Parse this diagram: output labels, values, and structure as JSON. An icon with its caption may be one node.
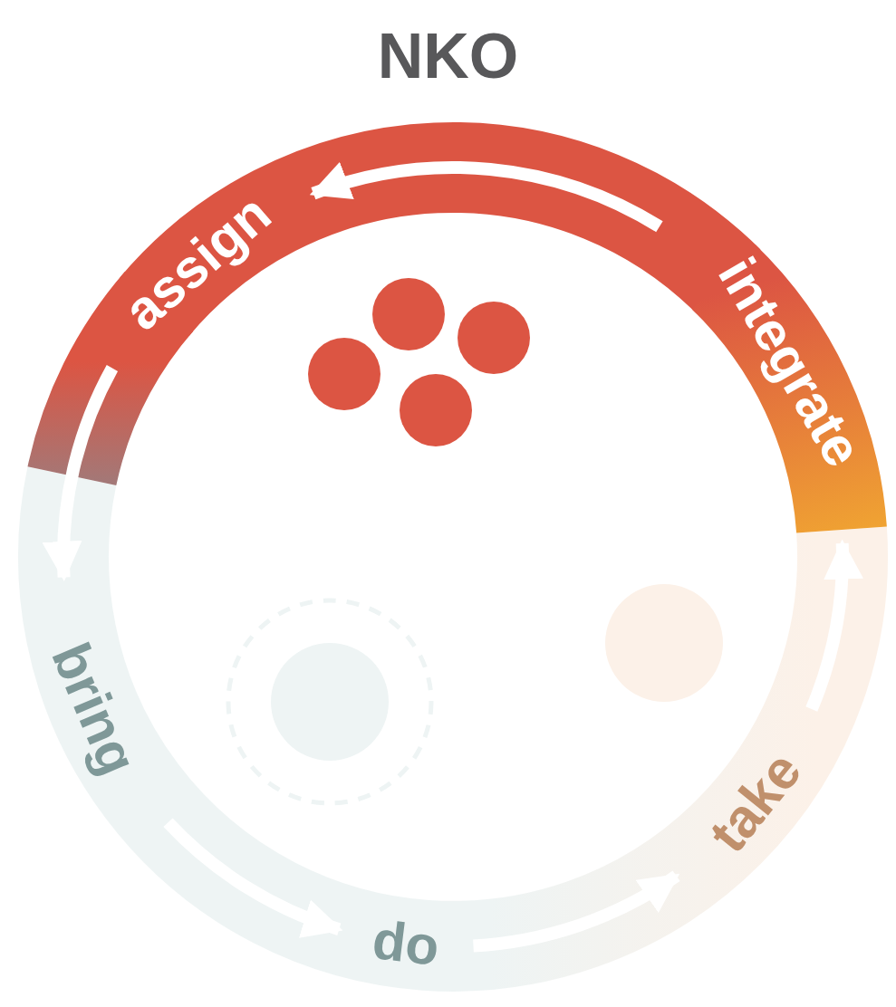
{
  "diagram": {
    "title": "NKO",
    "nodes": [
      {
        "text": [
          "assign"
        ]
      },
      {
        "text": [
          "integrate"
        ]
      },
      {
        "text": [
          "take"
        ]
      },
      {
        "text": [
          "do"
        ]
      },
      {
        "text": [
          "bring"
        ]
      }
    ],
    "edges": [
      {
        "from": 1,
        "to": 0,
        "arrow": "to"
      },
      {
        "from": 0,
        "to": 4,
        "arrow": "to"
      },
      {
        "from": 4,
        "to": 3,
        "arrow": "to"
      },
      {
        "from": 3,
        "to": 2,
        "arrow": "to"
      },
      {
        "from": 2,
        "to": 1,
        "arrow": "to"
      }
    ]
  }
}
